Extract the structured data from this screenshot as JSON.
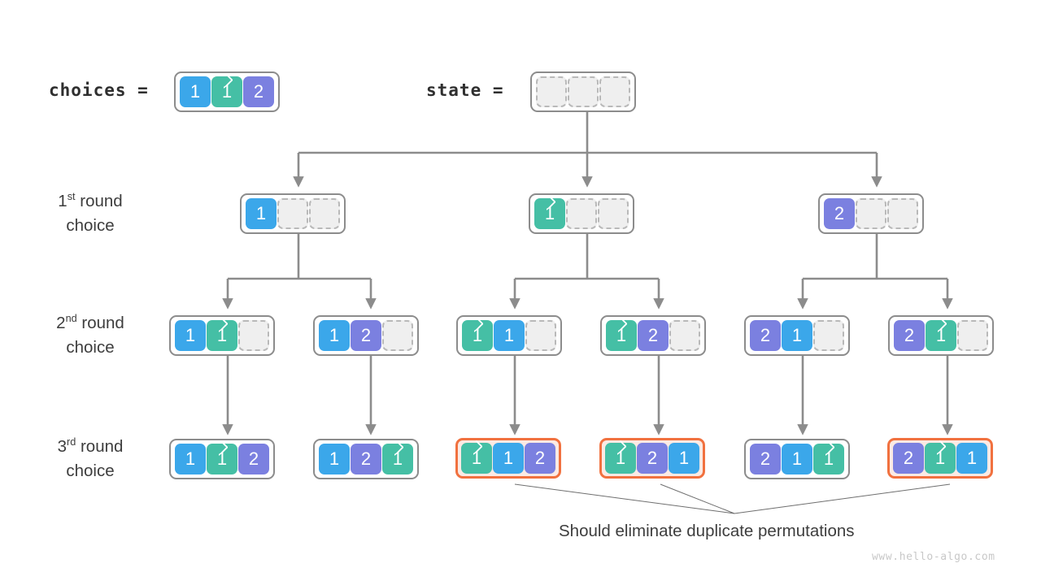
{
  "diagram": {
    "title_labels": {
      "choices": "choices =",
      "state": "state ="
    },
    "choices_values": [
      "1",
      "1̂",
      "2"
    ],
    "state_values": [
      "",
      "",
      ""
    ],
    "round_labels": [
      {
        "ordinal": "1",
        "suffix": "st",
        "rest": " round",
        "second_line": "choice"
      },
      {
        "ordinal": "2",
        "suffix": "nd",
        "rest": " round",
        "second_line": "choice"
      },
      {
        "ordinal": "3",
        "suffix": "rd",
        "rest": " round",
        "second_line": "choice"
      }
    ],
    "caption": "Should eliminate duplicate permutations",
    "watermark": "www.hello-algo.com",
    "colors": {
      "blue": "#3ba7ea",
      "green": "#45bfa5",
      "purple": "#7b80e0",
      "empty": "#efefef",
      "border": "#8c8c8c",
      "highlight_border": "#f1713f",
      "highlight_fill": "#fbeae4",
      "wire": "#8c8c8c",
      "text": "#3d3d3d",
      "watermark": "#c8c8c8"
    },
    "legend": {
      "blue_means": "1",
      "green_means": "duplicate 1 (marked with hat)",
      "purple_means": "2"
    },
    "levels": [
      {
        "name": "root",
        "nodes": [
          {
            "id": "root",
            "cells": [
              {
                "color": "empty",
                "text": ""
              },
              {
                "color": "empty",
                "text": ""
              },
              {
                "color": "empty",
                "text": ""
              }
            ],
            "highlight": false
          }
        ]
      },
      {
        "name": "round-1",
        "nodes": [
          {
            "id": "r1n1",
            "cells": [
              {
                "color": "blue",
                "text": "1"
              },
              {
                "color": "empty",
                "text": ""
              },
              {
                "color": "empty",
                "text": ""
              }
            ],
            "highlight": false
          },
          {
            "id": "r1n2",
            "cells": [
              {
                "color": "green",
                "text": "1",
                "hat": true
              },
              {
                "color": "empty",
                "text": ""
              },
              {
                "color": "empty",
                "text": ""
              }
            ],
            "highlight": false
          },
          {
            "id": "r1n3",
            "cells": [
              {
                "color": "purple",
                "text": "2"
              },
              {
                "color": "empty",
                "text": ""
              },
              {
                "color": "empty",
                "text": ""
              }
            ],
            "highlight": false
          }
        ]
      },
      {
        "name": "round-2",
        "nodes": [
          {
            "id": "r2n1",
            "cells": [
              {
                "color": "blue",
                "text": "1"
              },
              {
                "color": "green",
                "text": "1",
                "hat": true
              },
              {
                "color": "empty",
                "text": ""
              }
            ],
            "highlight": false
          },
          {
            "id": "r2n2",
            "cells": [
              {
                "color": "blue",
                "text": "1"
              },
              {
                "color": "purple",
                "text": "2"
              },
              {
                "color": "empty",
                "text": ""
              }
            ],
            "highlight": false
          },
          {
            "id": "r2n3",
            "cells": [
              {
                "color": "green",
                "text": "1",
                "hat": true
              },
              {
                "color": "blue",
                "text": "1"
              },
              {
                "color": "empty",
                "text": ""
              }
            ],
            "highlight": false
          },
          {
            "id": "r2n4",
            "cells": [
              {
                "color": "green",
                "text": "1",
                "hat": true
              },
              {
                "color": "purple",
                "text": "2"
              },
              {
                "color": "empty",
                "text": ""
              }
            ],
            "highlight": false
          },
          {
            "id": "r2n5",
            "cells": [
              {
                "color": "purple",
                "text": "2"
              },
              {
                "color": "blue",
                "text": "1"
              },
              {
                "color": "empty",
                "text": ""
              }
            ],
            "highlight": false
          },
          {
            "id": "r2n6",
            "cells": [
              {
                "color": "purple",
                "text": "2"
              },
              {
                "color": "green",
                "text": "1",
                "hat": true
              },
              {
                "color": "empty",
                "text": ""
              }
            ],
            "highlight": false
          }
        ]
      },
      {
        "name": "round-3",
        "nodes": [
          {
            "id": "r3n1",
            "cells": [
              {
                "color": "blue",
                "text": "1"
              },
              {
                "color": "green",
                "text": "1",
                "hat": true
              },
              {
                "color": "purple",
                "text": "2"
              }
            ],
            "highlight": false
          },
          {
            "id": "r3n2",
            "cells": [
              {
                "color": "blue",
                "text": "1"
              },
              {
                "color": "purple",
                "text": "2"
              },
              {
                "color": "green",
                "text": "1",
                "hat": true
              }
            ],
            "highlight": false
          },
          {
            "id": "r3n3",
            "cells": [
              {
                "color": "green",
                "text": "1",
                "hat": true
              },
              {
                "color": "blue",
                "text": "1"
              },
              {
                "color": "purple",
                "text": "2"
              }
            ],
            "highlight": true
          },
          {
            "id": "r3n4",
            "cells": [
              {
                "color": "green",
                "text": "1",
                "hat": true
              },
              {
                "color": "purple",
                "text": "2"
              },
              {
                "color": "blue",
                "text": "1"
              }
            ],
            "highlight": true
          },
          {
            "id": "r3n5",
            "cells": [
              {
                "color": "purple",
                "text": "2"
              },
              {
                "color": "blue",
                "text": "1"
              },
              {
                "color": "green",
                "text": "1",
                "hat": true
              }
            ],
            "highlight": false
          },
          {
            "id": "r3n6",
            "cells": [
              {
                "color": "purple",
                "text": "2"
              },
              {
                "color": "green",
                "text": "1",
                "hat": true
              },
              {
                "color": "blue",
                "text": "1"
              }
            ],
            "highlight": true
          }
        ]
      }
    ]
  }
}
